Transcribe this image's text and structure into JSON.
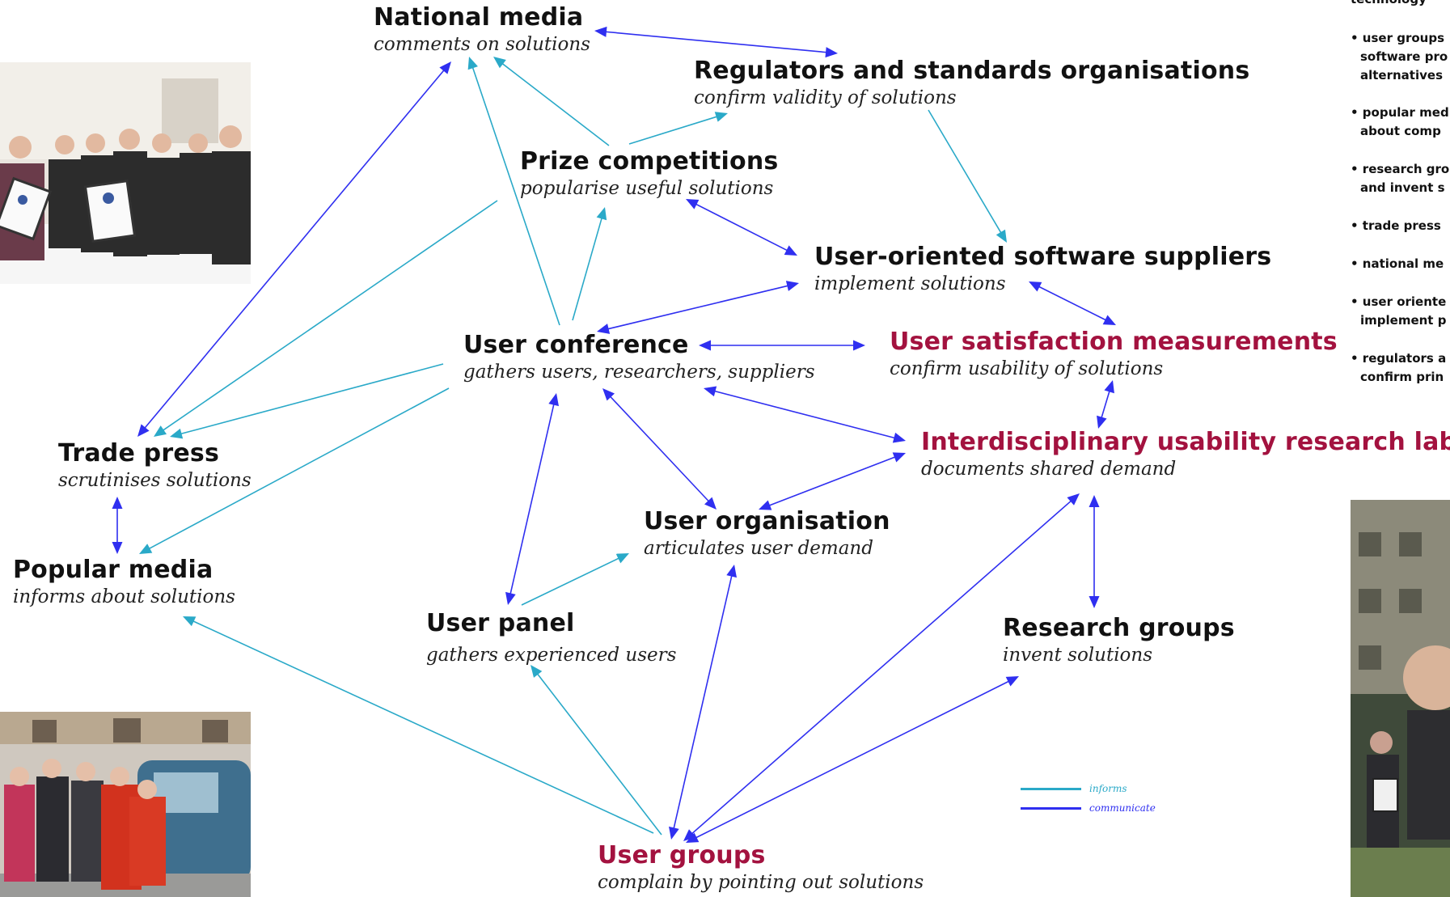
{
  "nodes": {
    "national_media": {
      "title": "National media",
      "subtitle": "comments on solutions"
    },
    "regulators": {
      "title": "Regulators and standards organisations",
      "subtitle": "confirm validity of solutions"
    },
    "prize": {
      "title": "Prize competitions",
      "subtitle": "popularise useful solutions"
    },
    "software_suppliers": {
      "title": "User-oriented software suppliers",
      "subtitle": "implement solutions"
    },
    "user_conference": {
      "title": "User conference",
      "subtitle": "gathers users, researchers, suppliers"
    },
    "satisfaction": {
      "title": "User satisfaction measurements",
      "subtitle": "confirm usability of solutions"
    },
    "research_lab": {
      "title": "Interdisciplinary usability research lab",
      "subtitle": "documents shared demand"
    },
    "trade_press": {
      "title": "Trade press",
      "subtitle": "scrutinises solutions"
    },
    "popular_media": {
      "title": "Popular media",
      "subtitle": "informs about solutions"
    },
    "user_organisation": {
      "title": "User organisation",
      "subtitle": "articulates user demand"
    },
    "user_panel": {
      "title": "User panel",
      "subtitle": "gathers experienced users"
    },
    "research_groups": {
      "title": "Research groups",
      "subtitle": "invent solutions"
    },
    "user_groups": {
      "title": "User groups",
      "subtitle": "complain by pointing out solutions"
    }
  },
  "legend": {
    "informs": "informs",
    "communicate": "communicate"
  },
  "side_list": {
    "top_partial": "technology",
    "items": [
      [
        "• user groups",
        "software pro",
        "alternatives"
      ],
      [
        "• popular med",
        "about comp"
      ],
      [
        "• research gro",
        "and invent s"
      ],
      [
        "• trade press"
      ],
      [
        "• national me"
      ],
      [
        "• user oriente",
        "implement p"
      ],
      [
        "• regulators a",
        "confirm prin"
      ]
    ]
  },
  "colors": {
    "informs": "#2aa9c8",
    "communicate": "#2f2ff0",
    "highlight_title": "#a3123f"
  }
}
